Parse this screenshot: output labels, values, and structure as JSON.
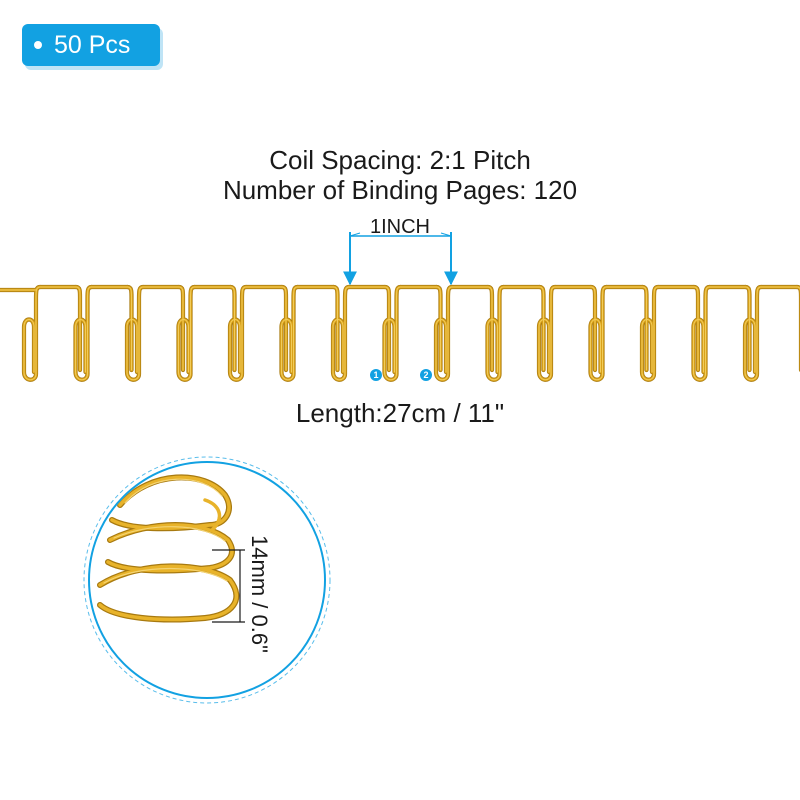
{
  "badge": {
    "label": "50 Pcs",
    "color": "#12a1e2"
  },
  "specs": {
    "coil_spacing": "Coil Spacing: 2:1 Pitch",
    "binding_pages": "Number of Binding Pages: 120",
    "pitch_label": "1INCH",
    "length": "Length:27cm / 11\"",
    "diameter": "14mm / 0.6\""
  },
  "markers": [
    "1",
    "2"
  ],
  "colors": {
    "wire": "#d9a21b",
    "wire_dark": "#a87a10",
    "wire_light": "#f2cc5a",
    "accent": "#12a1e2"
  }
}
